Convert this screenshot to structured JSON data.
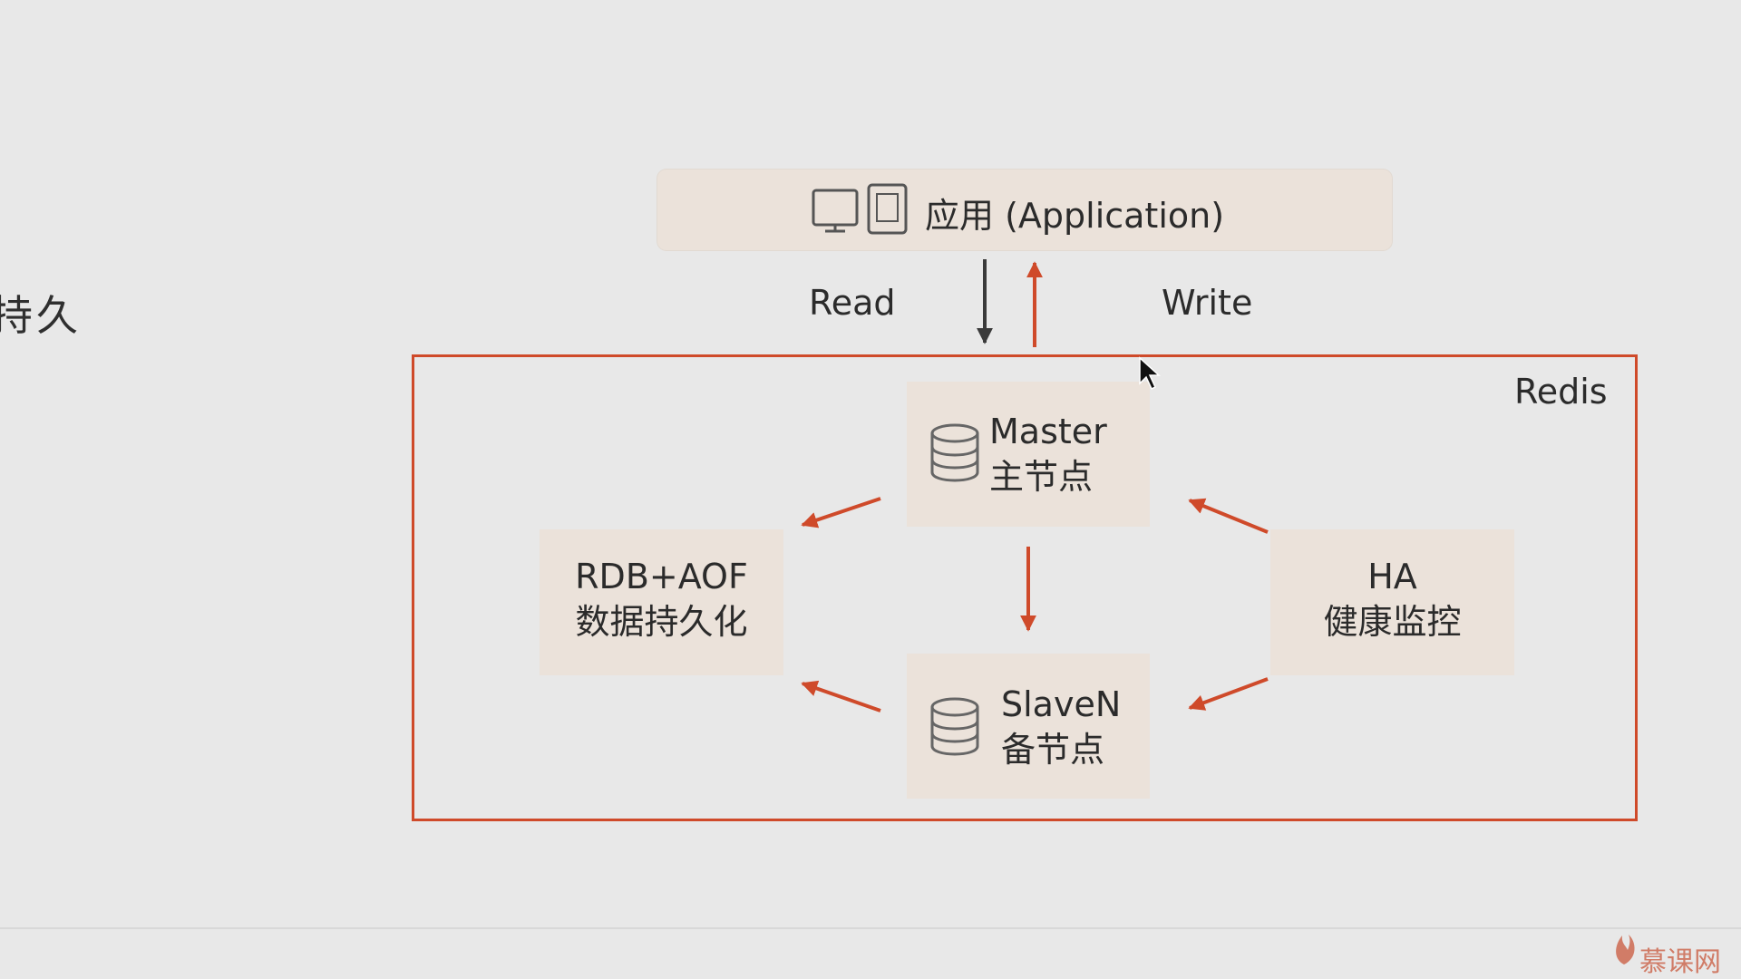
{
  "side_text": "持久",
  "application": {
    "label": "应用 (Application)"
  },
  "flows": {
    "read": "Read",
    "write": "Write"
  },
  "redis": {
    "label": "Redis"
  },
  "nodes": {
    "master": {
      "line1": "Master",
      "line2": "主节点"
    },
    "slave": {
      "line1": "SlaveN",
      "line2": "备节点"
    },
    "persistence": {
      "line1": "RDB+AOF",
      "line2": "数据持久化"
    },
    "ha": {
      "line1": "HA",
      "line2": "健康监控"
    }
  },
  "brand": {
    "label": "慕课网"
  },
  "colors": {
    "accent": "#cf4a2a",
    "arrow_dark": "#3a3a3a",
    "node_bg": "#ebe2da",
    "background": "#e8e8e8"
  },
  "icons": {
    "app": [
      "monitor-icon",
      "tablet-icon"
    ],
    "db": "database-icon",
    "cursor": "cursor-arrow-icon"
  }
}
